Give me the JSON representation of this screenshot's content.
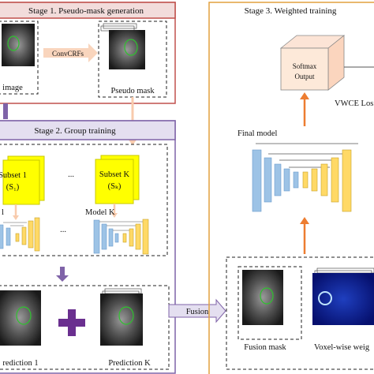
{
  "stage1": {
    "title": "Stage 1. Pseudo-mask generation",
    "input_label": "image",
    "method_label": "ConvCRFs",
    "output_label": "Pseudo mask"
  },
  "stage2": {
    "title": "Stage 2. Group training",
    "subset1_line1": "Subset 1",
    "subset1_line2": "(S₁)",
    "subsetK_line1": "Subset K",
    "subsetK_line2": "(Sₖ)",
    "ellipsis_top": "...",
    "ellipsis_mid": "...",
    "model1_label": "l",
    "modelK_label": "Model K",
    "prediction1_label": "rediction 1",
    "predictionK_label": "Prediction K",
    "plus_symbol": "+"
  },
  "fusion_label": "Fusion",
  "stage3": {
    "title": "Stage 3. Weighted training",
    "softmax_line1": "Softmax",
    "softmax_line2": "Output",
    "loss_label": "VWCE Los",
    "final_model_label": "Final model",
    "fusion_mask_label": "Fusion mask",
    "weight_label": "Voxel-wise weig"
  },
  "colors": {
    "stage1_border": "#c0504d",
    "stage1_fill": "#f2dcdb",
    "stage2_border": "#7f63a8",
    "stage2_fill": "#e4dff0",
    "stage3_border": "#e2a13f",
    "subset_yellow": "#ffff00",
    "encoder_blue": "#9dc3e6",
    "decoder_yellow": "#ffd966",
    "arrow_orange": "#f4b183",
    "arrow_purple": "#7f63a8",
    "arrow_peach": "#f8cbad"
  }
}
